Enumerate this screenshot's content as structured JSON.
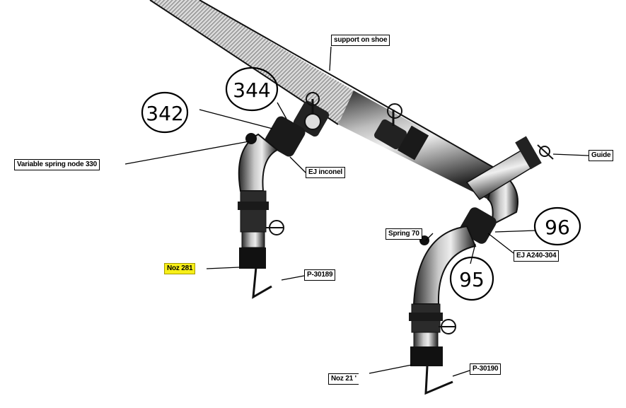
{
  "labels": {
    "support_on_shoe": "support on shoe",
    "variable_spring": "Variable spring node 330",
    "ej_inconel": "EJ inconel",
    "guide": "Guide",
    "spring_70": "Spring 70",
    "ej_a240": "EJ A240-304",
    "noz_281": "Noz 281",
    "p_30189": "P-30189",
    "noz_21": "Noz 21 '",
    "p_30190": "P-30190"
  },
  "handwritten": {
    "n342": "342",
    "n344": "344",
    "n96": "96",
    "n95": "95"
  },
  "colors": {
    "highlight": "#f7ef18",
    "pipe_dark": "#1a1a1a",
    "pipe_mid": "#7a7a7a",
    "pipe_light": "#e6e6e6"
  }
}
